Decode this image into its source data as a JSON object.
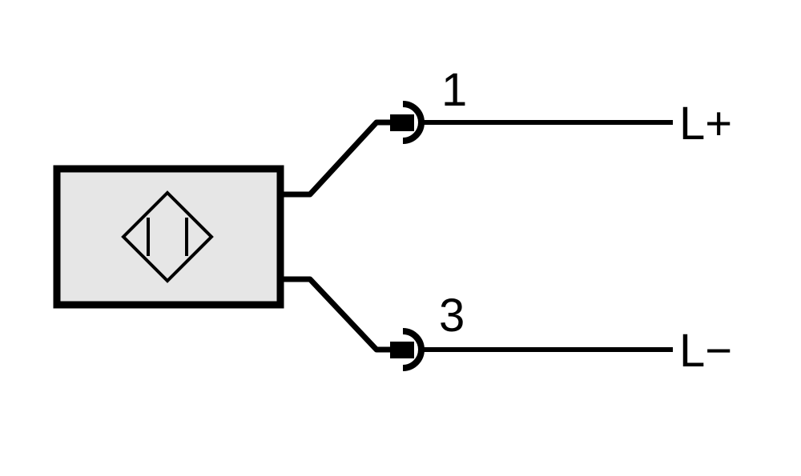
{
  "colors": {
    "sensor_body_fill": "#e6e6e6",
    "line_color": "#000000",
    "background": "#ffffff"
  },
  "sensor": {
    "symbol_icon": "proximity-sensor-diamond-icon"
  },
  "pins": [
    {
      "number": "1",
      "signal": "L+"
    },
    {
      "number": "3",
      "signal": "L−"
    }
  ]
}
